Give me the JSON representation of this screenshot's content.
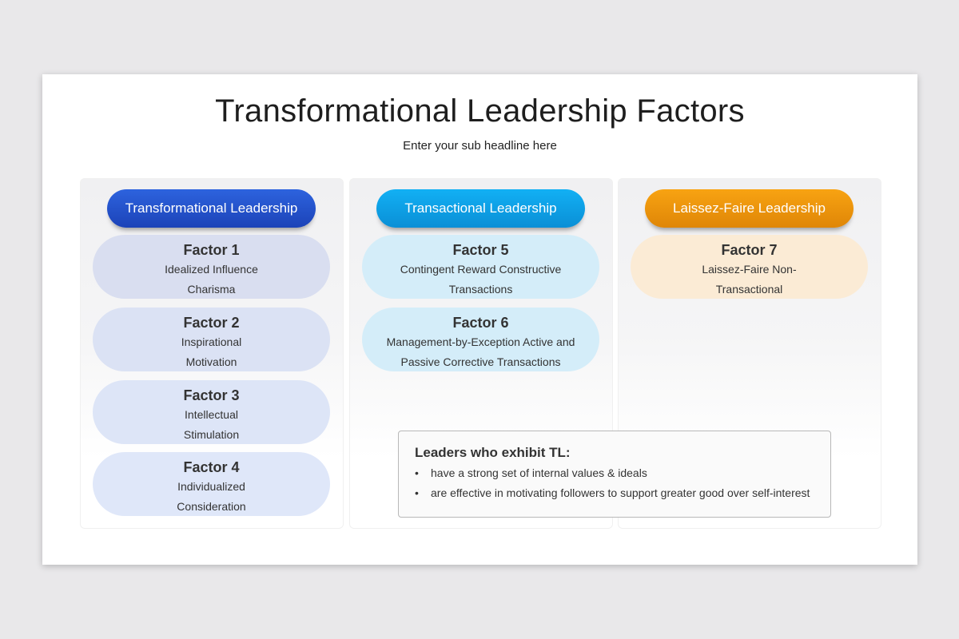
{
  "slide": {
    "title": "Transformational Leadership Factors",
    "subtitle": "Enter your sub headline here"
  },
  "colors": {
    "transformational": "#2456d0",
    "transactional": "#0ea2e8",
    "laissez_faire": "#f0960c"
  },
  "columns": [
    {
      "header": "Transformational Leadership",
      "factors": [
        {
          "title": "Factor 1",
          "desc_lines": [
            "Idealized Influence",
            "Charisma"
          ]
        },
        {
          "title": "Factor 2",
          "desc_lines": [
            "Inspirational",
            "Motivation"
          ]
        },
        {
          "title": "Factor 3",
          "desc_lines": [
            "Intellectual",
            "Stimulation"
          ]
        },
        {
          "title": "Factor 4",
          "desc_lines": [
            "Individualized",
            "Consideration"
          ]
        }
      ]
    },
    {
      "header": "Transactional Leadership",
      "factors": [
        {
          "title": "Factor 5",
          "desc_lines": [
            "Contingent Reward Constructive",
            "Transactions"
          ]
        },
        {
          "title": "Factor 6",
          "desc_lines": [
            "Management-by-Exception Active and",
            "Passive Corrective Transactions"
          ]
        }
      ]
    },
    {
      "header": "Laissez-Faire Leadership",
      "factors": [
        {
          "title": "Factor 7",
          "desc_lines": [
            "Laissez-Faire Non-",
            "Transactional"
          ]
        }
      ]
    }
  ],
  "note": {
    "title": "Leaders who exhibit TL:",
    "bullet_glyph": "•",
    "bullets": [
      "have a strong set of internal values & ideals",
      "are effective in motivating followers to support greater good over self-interest"
    ]
  }
}
